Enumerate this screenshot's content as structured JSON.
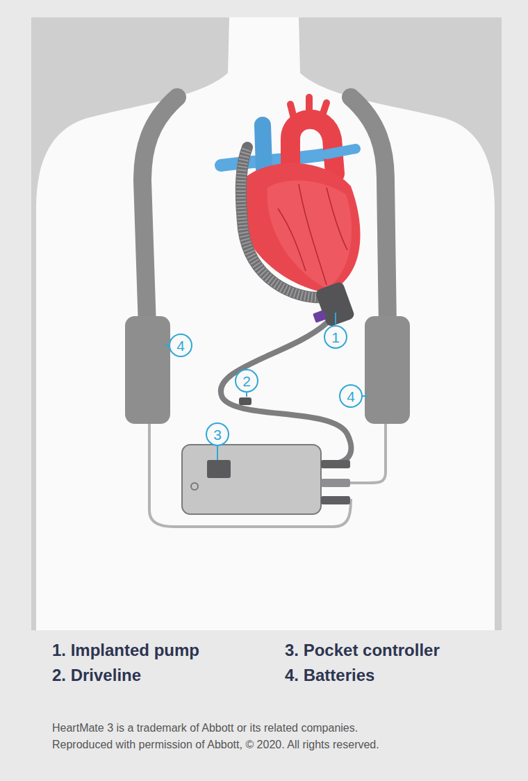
{
  "diagram": {
    "caption": "HeartMate 3 is a trademark of Abbott or its related companies. Reproduced with permission of Abbott, © 2020. All rights reserved.",
    "nodes": [
      {
        "text": [
          "1"
        ]
      },
      {
        "text": [
          "4"
        ]
      },
      {
        "text": [
          "2"
        ]
      },
      {
        "text": [
          "4"
        ]
      },
      {
        "text": [
          "3"
        ]
      }
    ],
    "labels": [
      "1. Implanted pump",
      "2. Driveline",
      "3. Pocket controller",
      "4. Batteries"
    ]
  }
}
